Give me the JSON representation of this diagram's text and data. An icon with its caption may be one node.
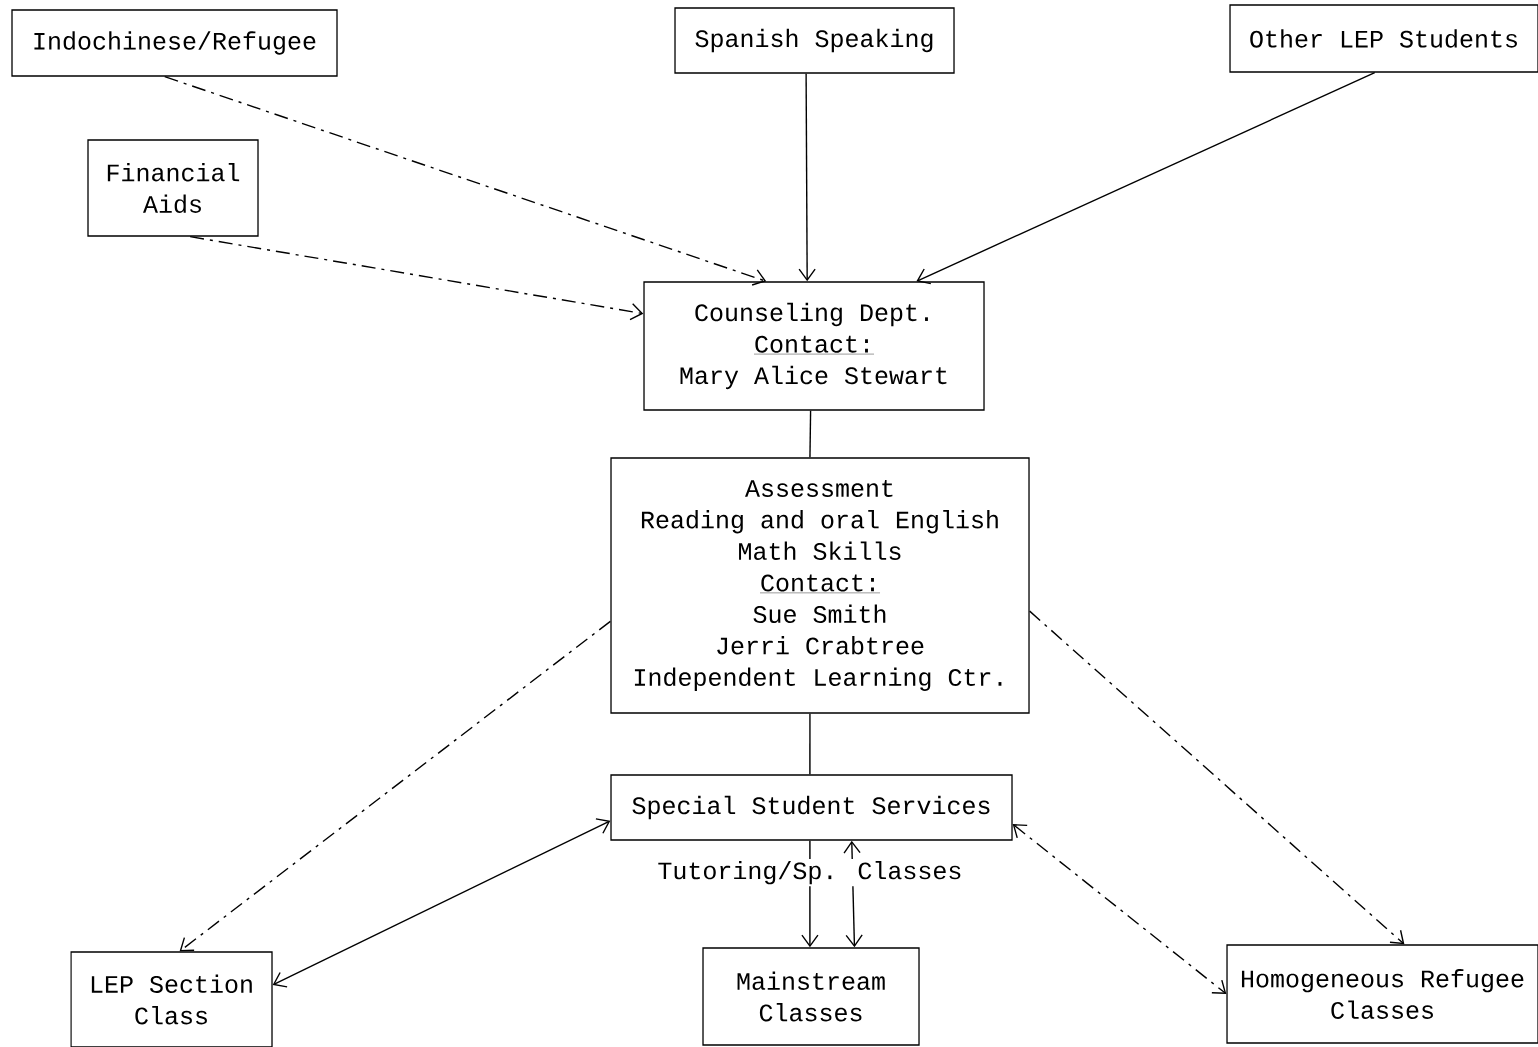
{
  "diagram": {
    "nodes": [
      {
        "text": [
          "Indochinese/Refugee"
        ]
      },
      {
        "text": [
          "Spanish Speaking"
        ]
      },
      {
        "text": [
          "Other LEP Students"
        ]
      },
      {
        "text": [
          "Financial Aids"
        ]
      },
      {
        "text": [
          "Counseling Dept.",
          "Contact:",
          "Mary Alice Stewart"
        ]
      },
      {
        "text": [
          "Assessment",
          "Reading and oral English",
          "Math Skills",
          "Contact:",
          "Sue Smith",
          "Jerri Crabtree",
          "Independent Learning Ctr."
        ]
      },
      {
        "text": [
          "Special Student Services"
        ]
      },
      {
        "text": [
          "LEP Section Class"
        ]
      },
      {
        "text": [
          "Mainstream Classes"
        ]
      },
      {
        "text": [
          "Homogeneous Refugee Classes"
        ]
      }
    ],
    "edges": [
      {
        "from": 0,
        "to": 4,
        "arrow": "to",
        "style": "dashed"
      },
      {
        "from": 1,
        "to": 4,
        "arrow": "to"
      },
      {
        "from": 2,
        "to": 4,
        "arrow": "to"
      },
      {
        "from": 3,
        "to": 4,
        "arrow": "to",
        "style": "dashed"
      },
      {
        "from": 4,
        "to": 5,
        "arrow": "none"
      },
      {
        "from": 5,
        "to": 7,
        "arrow": "to",
        "style": "dashed"
      },
      {
        "from": 5,
        "to": 9,
        "arrow": "to",
        "style": "dashed"
      },
      {
        "from": 5,
        "to": 6,
        "arrow": "none"
      },
      {
        "from": 6,
        "to": 7,
        "arrow": "both"
      },
      {
        "from": 6,
        "to": 8,
        "arrow": "to",
        "label": "Tutoring/Sp. Classes"
      },
      {
        "from": 6,
        "to": 8,
        "arrow": "both"
      },
      {
        "from": 6,
        "to": 9,
        "arrow": "both",
        "style": "dashed"
      }
    ]
  }
}
